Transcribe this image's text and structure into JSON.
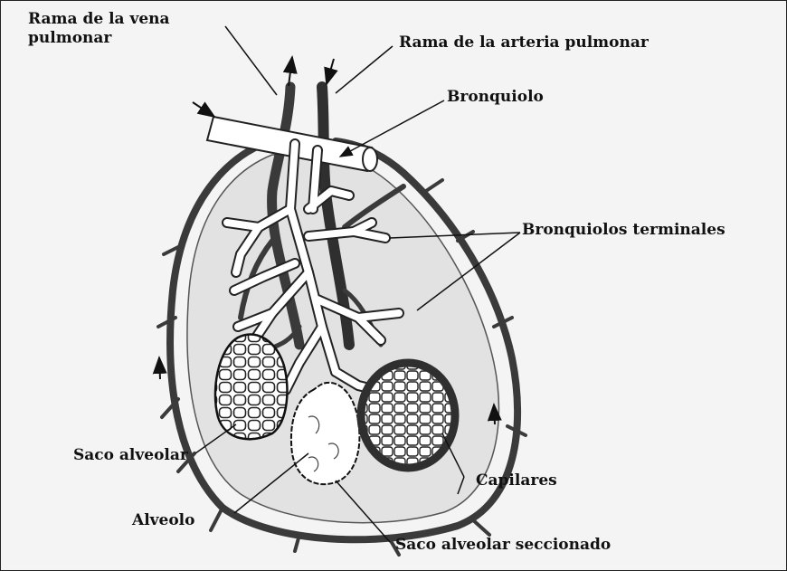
{
  "labels": {
    "vein_branch_line1": "Rama de la vena",
    "vein_branch_line2": "pulmonar",
    "artery_branch": "Rama de la arteria pulmonar",
    "bronchiole": "Bronquiolo",
    "terminal_bronchioles": "Bronquiolos terminales",
    "alveolar_sac": "Saco alveolar",
    "capillaries": "Capilares",
    "alveolus": "Alveolo",
    "sectioned_alveolar_sac": "Saco alveolar seccionado"
  },
  "colors": {
    "ink": "#111111",
    "vessel": "#3a3a3a",
    "tissue": "#e2e2e2",
    "paper": "#f4f4f4"
  }
}
